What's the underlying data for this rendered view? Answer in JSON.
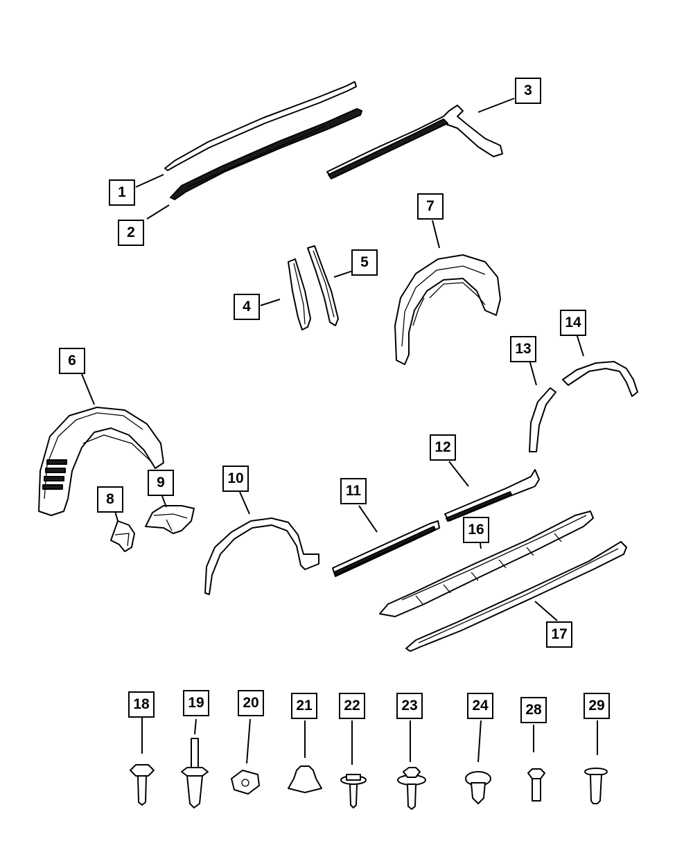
{
  "callouts": [
    {
      "id": "1",
      "label": "1"
    },
    {
      "id": "2",
      "label": "2"
    },
    {
      "id": "3",
      "label": "3"
    },
    {
      "id": "4",
      "label": "4"
    },
    {
      "id": "5",
      "label": "5"
    },
    {
      "id": "6",
      "label": "6"
    },
    {
      "id": "7",
      "label": "7"
    },
    {
      "id": "8",
      "label": "8"
    },
    {
      "id": "9",
      "label": "9"
    },
    {
      "id": "10",
      "label": "10"
    },
    {
      "id": "11",
      "label": "11"
    },
    {
      "id": "12",
      "label": "12"
    },
    {
      "id": "13",
      "label": "13"
    },
    {
      "id": "14",
      "label": "14"
    },
    {
      "id": "16",
      "label": "16"
    },
    {
      "id": "17",
      "label": "17"
    },
    {
      "id": "18",
      "label": "18"
    },
    {
      "id": "19",
      "label": "19"
    },
    {
      "id": "20",
      "label": "20"
    },
    {
      "id": "21",
      "label": "21"
    },
    {
      "id": "22",
      "label": "22"
    },
    {
      "id": "23",
      "label": "23"
    },
    {
      "id": "24",
      "label": "24"
    },
    {
      "id": "28",
      "label": "28"
    },
    {
      "id": "29",
      "label": "29"
    }
  ]
}
